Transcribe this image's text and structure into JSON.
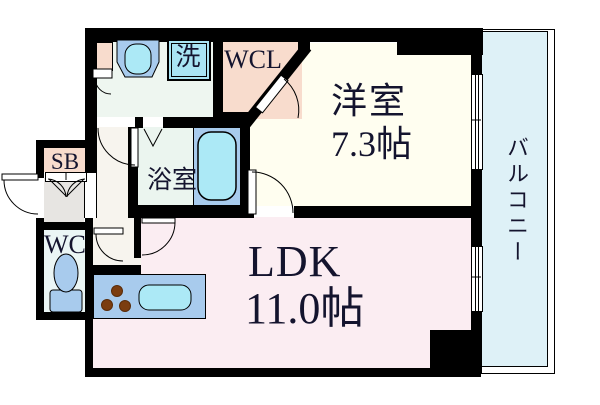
{
  "plan_type": "apartment-floor-plan",
  "rooms": {
    "western_room": {
      "label": "洋室",
      "size": "7.3帖",
      "color": "#FFFEF0"
    },
    "ldk": {
      "label": "LDK",
      "size": "11.0帖",
      "color": "#FBEDF2"
    },
    "wcl": {
      "label": "WCL",
      "color": "#F8DCCD"
    },
    "bathroom": {
      "label": "浴室",
      "color": "#EBF5EF"
    },
    "toilet": {
      "label": "WC",
      "color": "#EBF6F5"
    },
    "shoe_box": {
      "label": "SB",
      "color": "#F8DCCD"
    },
    "laundry": {
      "label": "洗",
      "color": "#A9E4F3"
    },
    "balcony": {
      "label": "バルコニー",
      "color": "#DEF1F7"
    }
  },
  "colors": {
    "wall": "#000000",
    "hall": "#F7F4EE",
    "entrance_grey": "#E7E5E2",
    "fixture_blue": "#A8CBED",
    "water_cyan": "#ACE9F6",
    "burner_brown": "#7B3D10",
    "text": "#14142e"
  }
}
